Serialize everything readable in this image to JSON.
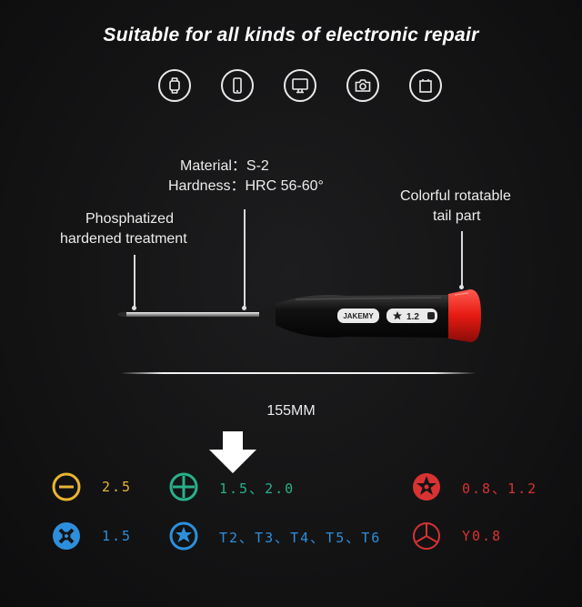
{
  "headline": "Suitable for all kinds of electronic repair",
  "devices": [
    {
      "icon": "smartwatch-icon"
    },
    {
      "icon": "smartphone-icon"
    },
    {
      "icon": "monitor-icon"
    },
    {
      "icon": "camera-icon"
    },
    {
      "icon": "battery-icon"
    }
  ],
  "callouts": {
    "material": "Material：S-2",
    "hardness": "Hardness：HRC 56-60°",
    "phosphatized_line1": "Phosphatized",
    "phosphatized_line2": "hardened treatment",
    "tail_line1": "Colorful rotatable",
    "tail_line2": "tail part"
  },
  "tool": {
    "brand": "JAKEMY",
    "size_label": "1.2"
  },
  "length_label": "155MM",
  "specs": [
    {
      "icon": "slotted-bit-icon",
      "value": "2.5",
      "color": "#e8b530"
    },
    {
      "icon": "phillips-bit-icon",
      "value": "1.5、2.0",
      "color": "#29b08a"
    },
    {
      "icon": "torx-security-bit-icon",
      "value": "0.8、1.2",
      "color": "#d83232"
    },
    {
      "icon": "tri-wing-bit-icon",
      "value": "1.5",
      "color": "#2d8fdc"
    },
    {
      "icon": "torx-bit-icon",
      "value": "T2、T3、T4、T5、T6",
      "color": "#2d8fdc"
    },
    {
      "icon": "y-tip-bit-icon",
      "value": "Y0.8",
      "color": "#d83232"
    }
  ]
}
